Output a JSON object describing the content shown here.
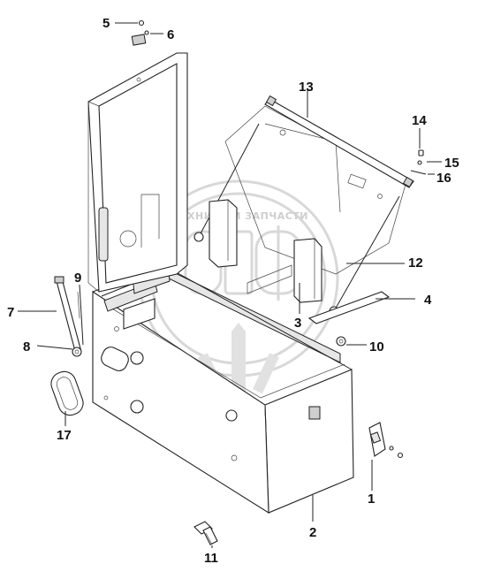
{
  "watermark": {
    "text": "ТЕХНИКА И ЗАПЧАСТИ",
    "color": "#cfcfcf"
  },
  "callouts": [
    "1",
    "2",
    "3",
    "4",
    "5",
    "6",
    "7",
    "8",
    "9",
    "10",
    "11",
    "12",
    "13",
    "14",
    "15",
    "16",
    "17"
  ]
}
